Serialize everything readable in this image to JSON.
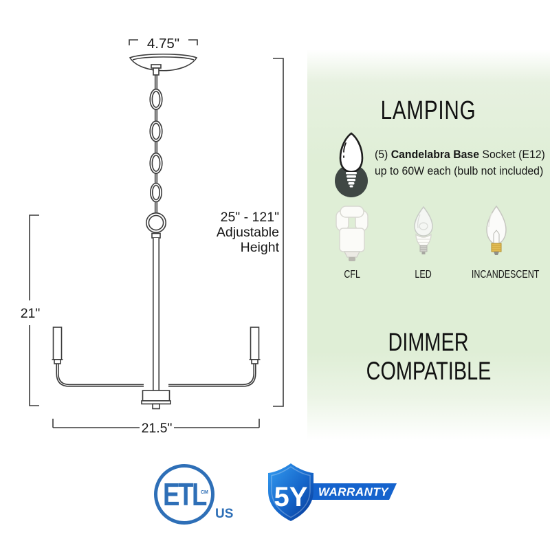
{
  "diagram": {
    "canopy_width": "4.75\"",
    "height_range": "25\" - 121\"",
    "height_caption1": "Adjustable",
    "height_caption2": "Height",
    "fixture_height": "21\"",
    "fixture_width": "21.5\""
  },
  "lamping": {
    "title": "LAMPING",
    "socket": {
      "prefix": "(5) ",
      "bold": "Candelabra Base",
      "suffix": " Socket (E12)",
      "line2": "up to 60W each (bulb not included)"
    },
    "bulbs": [
      {
        "label": "CFL"
      },
      {
        "label": "LED"
      },
      {
        "label": "INCANDESCENT"
      }
    ]
  },
  "dimmer": {
    "line1": "DIMMER",
    "line2": "COMPATIBLE"
  },
  "badges": {
    "etl": {
      "letters": "ETL",
      "cm": "CM",
      "region": "US"
    },
    "warranty": {
      "years": "5Y",
      "label": "WARRANTY"
    }
  },
  "colors": {
    "panel_green": "#dfeed6",
    "line": "#3a3a3a",
    "etl_blue": "#2e6fb7",
    "warranty_blue_light": "#2f93ea",
    "warranty_blue_dark": "#0a3f9c",
    "banner_blue": "#1563cd",
    "socket_icon_dark": "#3f4744",
    "incandescent_brass": "#e2bc55"
  }
}
